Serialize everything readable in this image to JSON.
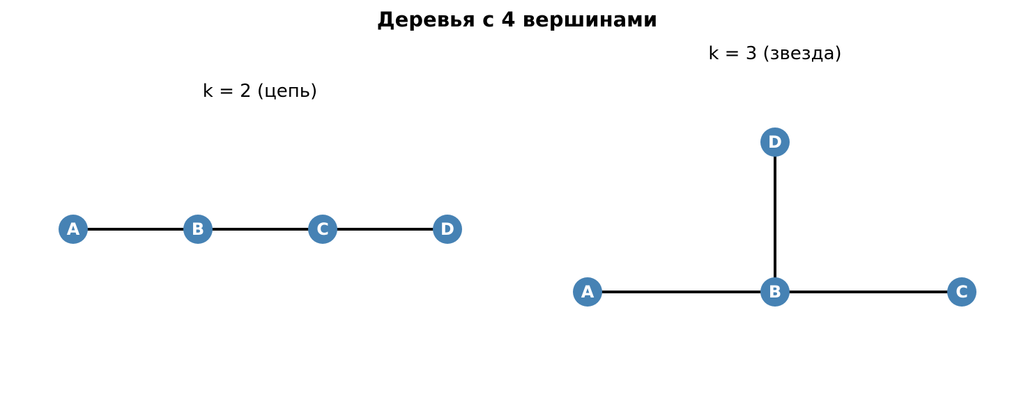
{
  "title": "Деревья с 4 вершинами",
  "colors": {
    "node": "#4682b4",
    "edge": "#000000",
    "node_label": "#ffffff"
  },
  "trees": [
    {
      "subtitle": "k = 2 (цепь)",
      "nodes": [
        "A",
        "B",
        "C",
        "D"
      ],
      "edges": [
        [
          "A",
          "B"
        ],
        [
          "B",
          "C"
        ],
        [
          "C",
          "D"
        ]
      ]
    },
    {
      "subtitle": "k = 3 (звезда)",
      "nodes": [
        "A",
        "B",
        "C",
        "D"
      ],
      "edges": [
        [
          "A",
          "B"
        ],
        [
          "B",
          "C"
        ],
        [
          "B",
          "D"
        ]
      ]
    }
  ]
}
